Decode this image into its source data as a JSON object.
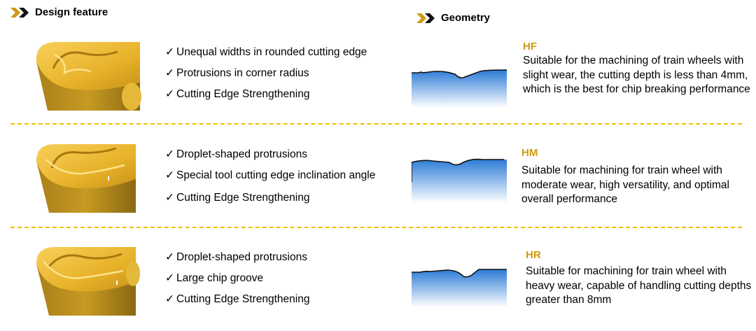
{
  "headers": {
    "design_feature": "Design feature",
    "geometry": "Geometry"
  },
  "check_glyph": "✓",
  "colors": {
    "gold": "#cc9a14",
    "divider": "#f0c000",
    "profile_blue": "#2b7bd6"
  },
  "rows": [
    {
      "code": "HF",
      "features": [
        "Unequal widths in rounded cutting edge",
        "Protrusions in corner radius",
        "Cutting Edge Strengthening"
      ],
      "description": "Suitable for the machining of train wheels with slight wear, the cutting depth is less than 4mm, which is the best for chip breaking performance"
    },
    {
      "code": "HM",
      "features": [
        "Droplet-shaped protrusions",
        "Special tool cutting edge inclination angle",
        "Cutting Edge Strengthening"
      ],
      "description": "Suitable for machining for train wheel with moderate wear, high versatility, and optimal overall performance"
    },
    {
      "code": "HR",
      "features": [
        "Droplet-shaped protrusions",
        "Large chip groove",
        "Cutting Edge Strengthening"
      ],
      "description": "Suitable for machining for train wheel with heavy wear, capable of handling cutting depths greater than 8mm"
    }
  ]
}
